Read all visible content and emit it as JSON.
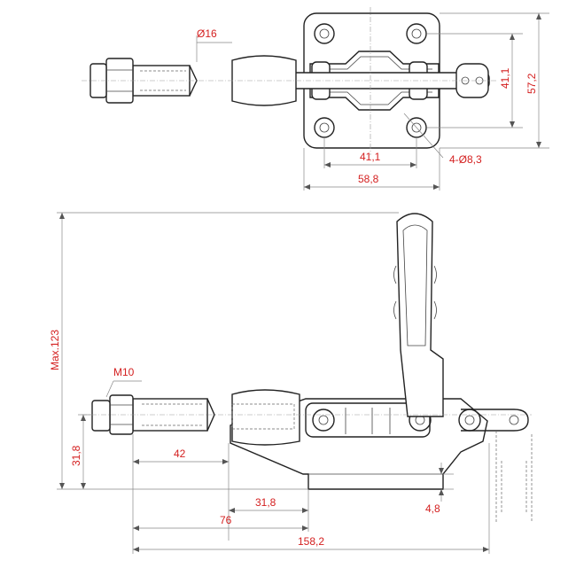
{
  "top_view": {
    "dim_shaft_diameter": "Ø16",
    "dim_height_inner": "41,1",
    "dim_height_outer": "57,2",
    "dim_width_inner": "41,1",
    "dim_width_outer": "58,8",
    "dim_holes": "4-Ø8,3"
  },
  "side_view": {
    "dim_max_height": "Max.123",
    "dim_thread": "M10",
    "dim_left_height": "31,8",
    "dim_stroke": "42",
    "dim_base_inner": "31,8",
    "dim_base_thickness": "4,8",
    "dim_mid_length": "76",
    "dim_total_length": "158,2"
  },
  "colors": {
    "dimension_text": "#d42020",
    "outline": "#222222"
  }
}
